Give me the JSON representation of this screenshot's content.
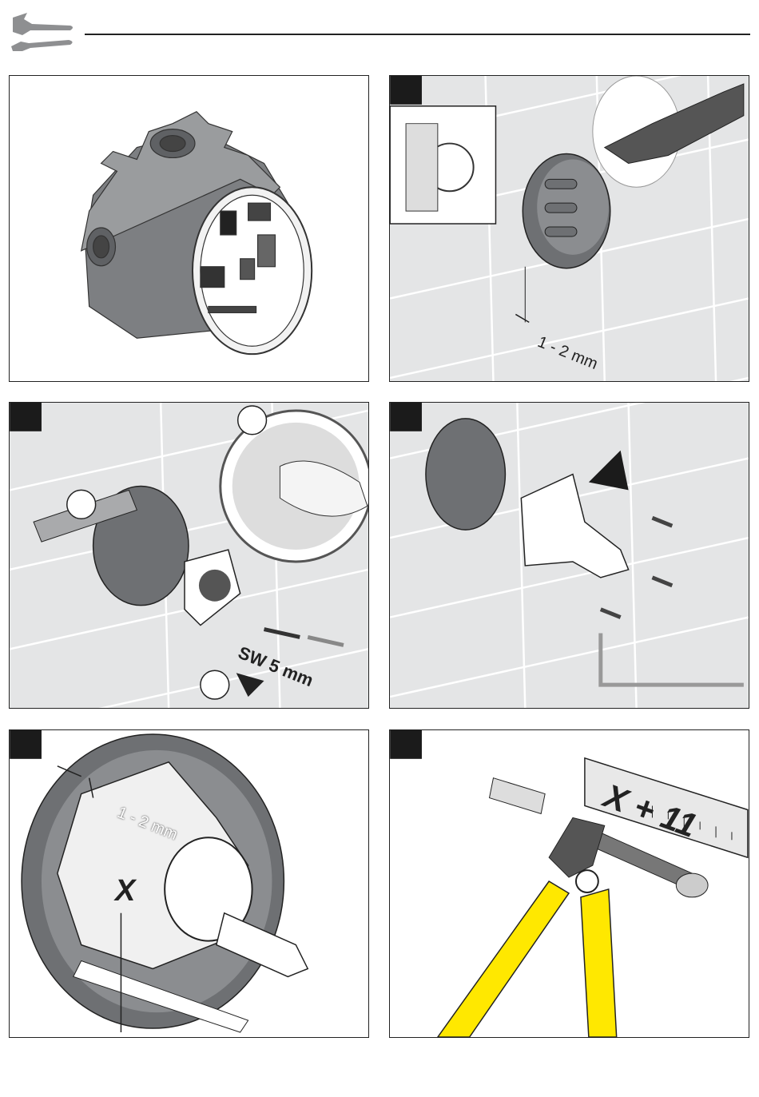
{
  "header": {
    "icon": "wrench-icon"
  },
  "panels": {
    "p2": {
      "dimension_label": "1 - 2 mm"
    },
    "p3": {
      "tool_label": "SW 5 mm"
    },
    "p5": {
      "dimension_label": "1 - 2 mm",
      "variable_label": "X"
    },
    "p6": {
      "formula_label": "X + 11"
    }
  },
  "colors": {
    "tile": "#e4e5e6",
    "grout": "#ffffff",
    "part_grey": "#8c8d8f",
    "dark": "#222222",
    "handle_yellow": "#ffe800"
  }
}
